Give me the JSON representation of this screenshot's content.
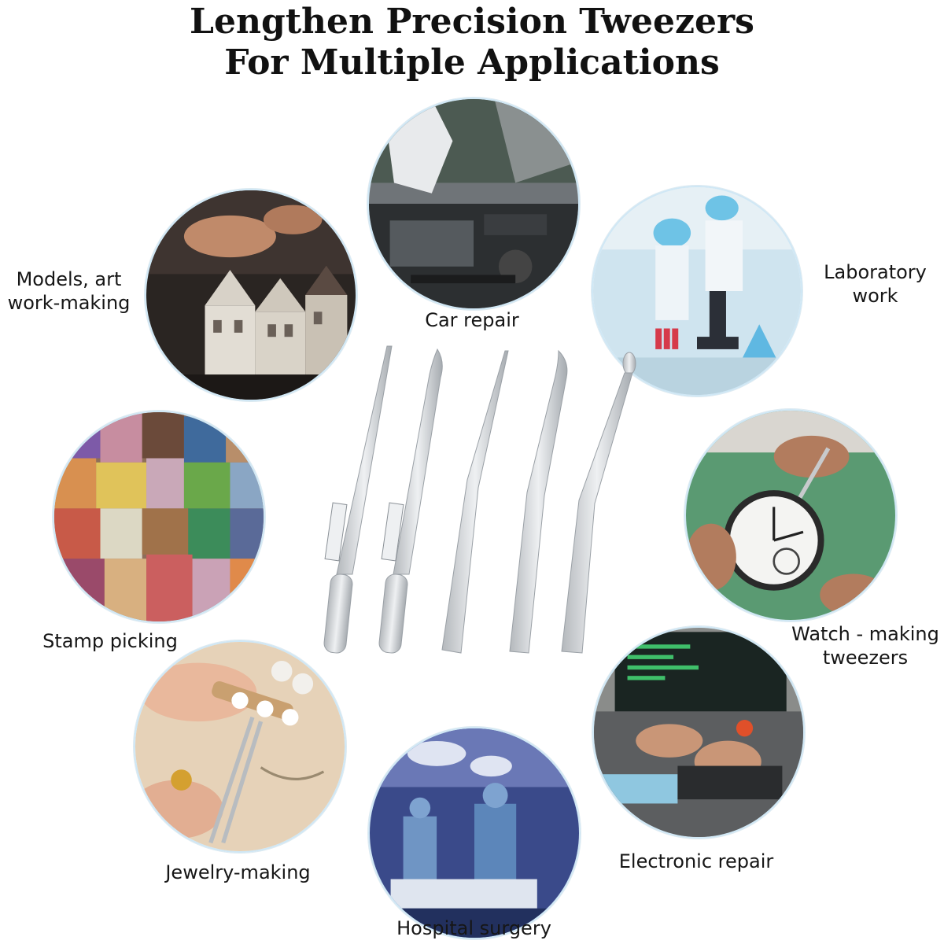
{
  "title": {
    "line1": "Lengthen Precision Tweezers",
    "line2": "For Multiple Applications"
  },
  "applications": [
    {
      "id": "models",
      "label_line1": "Models, art",
      "label_line2": "work-making",
      "icon": "models-art-photo"
    },
    {
      "id": "car",
      "label_line1": "Car repair",
      "icon": "car-repair-photo"
    },
    {
      "id": "lab",
      "label_line1": "Laboratory",
      "label_line2": "work",
      "icon": "laboratory-photo"
    },
    {
      "id": "stamp",
      "label_line1": "Stamp picking",
      "icon": "stamp-photo"
    },
    {
      "id": "watch",
      "label_line1": "Watch - making",
      "label_line2": "tweezers",
      "icon": "watch-photo"
    },
    {
      "id": "jewelry",
      "label_line1": "Jewelry-making",
      "icon": "jewelry-photo"
    },
    {
      "id": "electronic",
      "label_line1": "Electronic repair",
      "icon": "electronic-photo"
    },
    {
      "id": "hospital",
      "label_line1": "Hospital surgery",
      "icon": "hospital-photo"
    }
  ],
  "colors": {
    "ring": "#cfe7f5",
    "steel": "#c9ccd0",
    "steel_dark": "#9aa0a6"
  }
}
